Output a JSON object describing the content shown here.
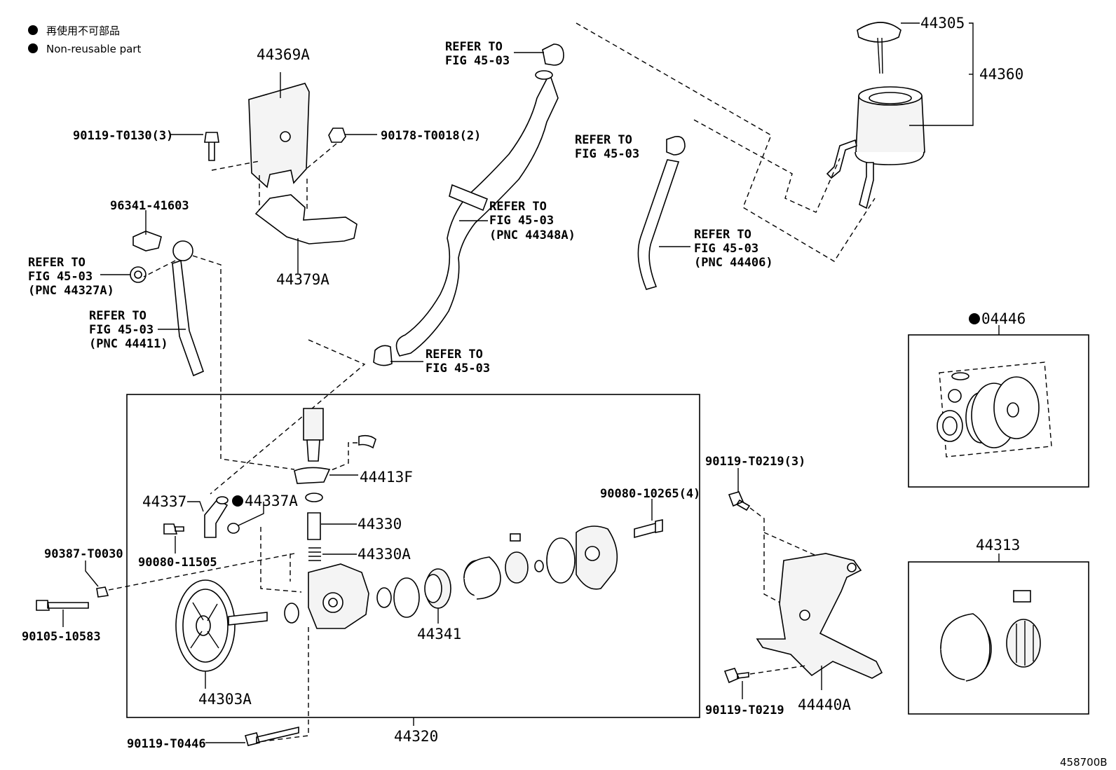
{
  "legend": {
    "jp": "再使用不可部品",
    "en": "Non-reusable part"
  },
  "figure_code": "458700B",
  "parts": {
    "p44305": "44305",
    "p44360": "44360",
    "p44369A": "44369A",
    "p44379A": "44379A",
    "p90119_T0130": "90119-T0130(3)",
    "p90178_T0018": "90178-T0018(2)",
    "p96341_41603": "96341-41603",
    "p04446": "04446",
    "p44313": "44313",
    "p44413F": "44413F",
    "p44337": "44337",
    "p44337A": "44337A",
    "p44330": "44330",
    "p44330A": "44330A",
    "p90080_10265": "90080-10265(4)",
    "p90080_11505": "90080-11505",
    "p90387_T0030": "90387-T0030",
    "p90105_10583": "90105-10583",
    "p44341": "44341",
    "p44303A": "44303A",
    "p44320": "44320",
    "p90119_T0446": "90119-T0446",
    "p90119_T0219_3": "90119-T0219(3)",
    "p90119_T0219": "90119-T0219",
    "p44440A": "44440A"
  },
  "refs": {
    "r1": [
      "REFER TO",
      "FIG 45-03"
    ],
    "r2": [
      "REFER TO",
      "FIG 45-03"
    ],
    "r3": [
      "REFER TO",
      "FIG 45-03",
      "(PNC 44348A)"
    ],
    "r4": [
      "REFER TO",
      "FIG 45-03",
      "(PNC 44406)"
    ],
    "r5": [
      "REFER TO",
      "FIG 45-03",
      "(PNC 44327A)"
    ],
    "r6": [
      "REFER TO",
      "FIG 45-03",
      "(PNC 44411)"
    ],
    "r7": [
      "REFER TO",
      "FIG 45-03"
    ]
  }
}
